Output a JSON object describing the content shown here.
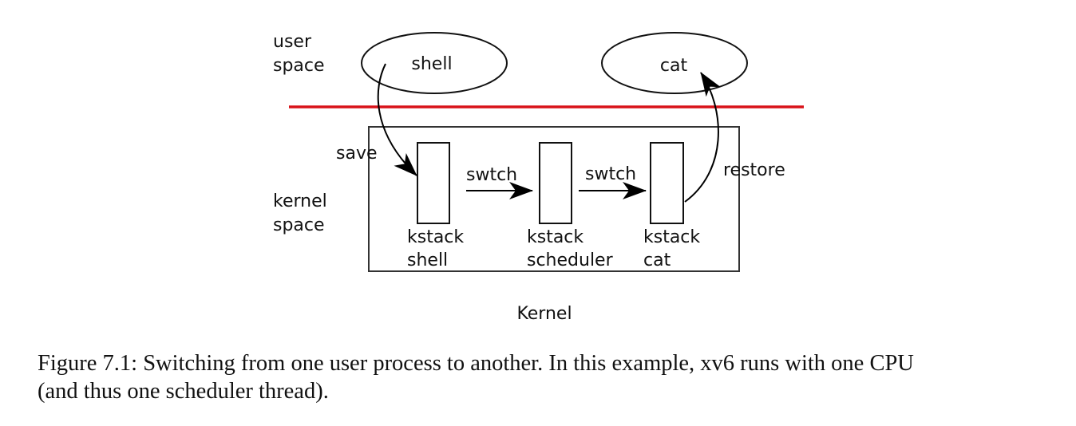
{
  "diagram": {
    "user_space_label": [
      "user",
      "space"
    ],
    "kernel_space_label": [
      "kernel",
      "space"
    ],
    "processes": [
      {
        "name": "shell"
      },
      {
        "name": "cat"
      }
    ],
    "kernel_stacks": [
      {
        "line1": "kstack",
        "line2": "shell"
      },
      {
        "line1": "kstack",
        "line2": "scheduler"
      },
      {
        "line1": "kstack",
        "line2": "cat"
      }
    ],
    "arrows": {
      "save": "save",
      "swtch_1": "swtch",
      "swtch_2": "swtch",
      "restore": "restore"
    },
    "kernel_box_label": "Kernel",
    "boundary_color": "#d9131a"
  },
  "caption": {
    "line1": "Figure 7.1: Switching from one user process to another. In this example, xv6 runs with one CPU",
    "line2": "(and thus one scheduler thread)."
  }
}
